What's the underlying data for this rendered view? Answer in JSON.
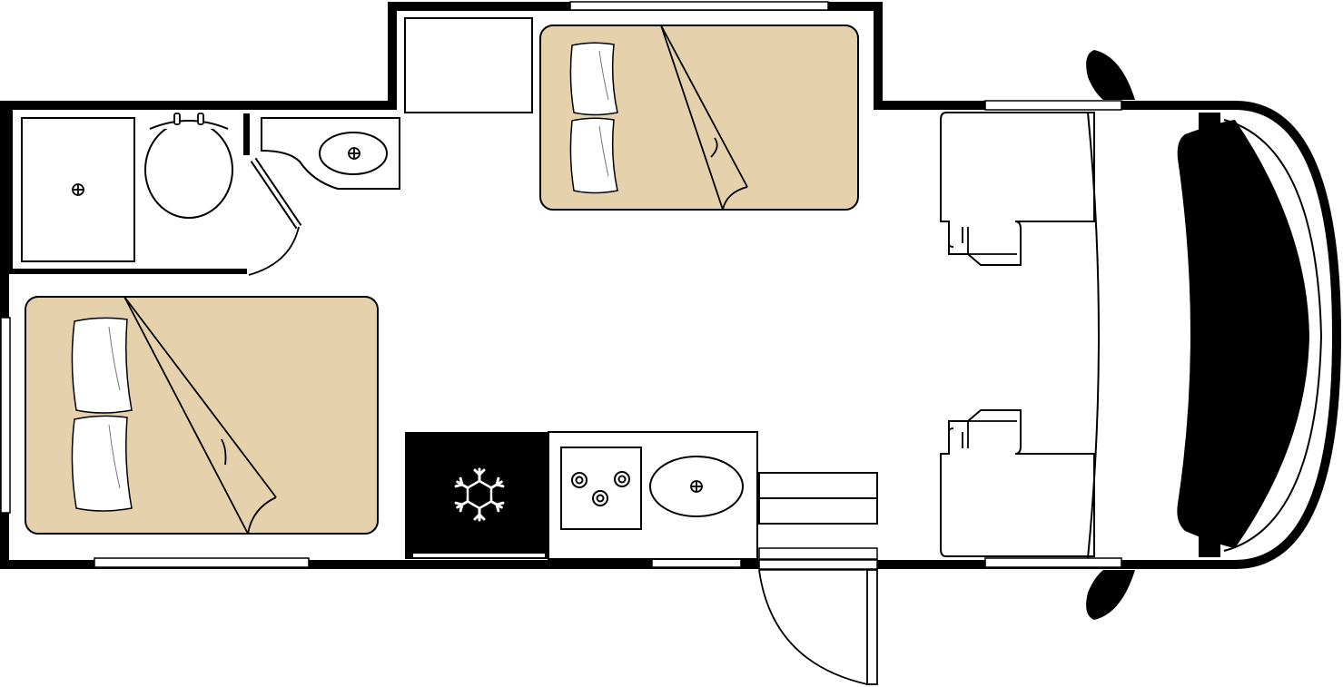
{
  "plan": {
    "colors": {
      "wall": "#000000",
      "floor": "#ffffff",
      "bed": "#e5d2ad",
      "fridge": "#000000",
      "snowflake": "#ffffff",
      "pillow": "#ffffff",
      "line": "#000000"
    },
    "icons": {
      "fridge": "snowflake-icon",
      "drain": "drain-icon",
      "burner": "burner-icon"
    },
    "rooms": [
      "bathroom",
      "rear-bed",
      "side-bed",
      "kitchen",
      "cab"
    ],
    "fixtures": [
      "shower",
      "toilet",
      "bathroom-sink",
      "bathroom-door",
      "rear-bed",
      "side-bed",
      "cupboard",
      "fridge",
      "cooktop",
      "kitchen-sink",
      "entry-steps",
      "entry-door",
      "driver-seat",
      "passenger-seat",
      "dashboard",
      "windshield",
      "side-mirror-top",
      "side-mirror-bottom"
    ]
  }
}
